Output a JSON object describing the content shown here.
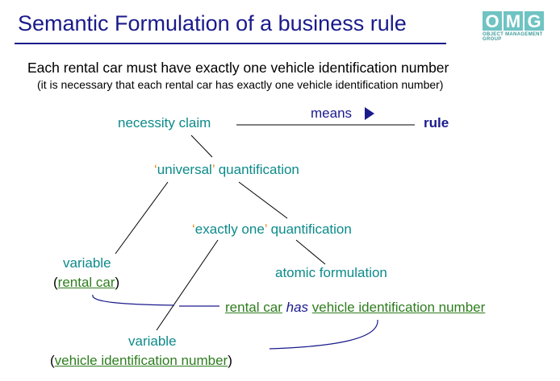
{
  "slide": {
    "title": "Semantic Formulation of a business rule",
    "logo_text": "OMG",
    "logo_subtext": "OBJECT MANAGEMENT GROUP",
    "statement": "Each rental car must have exactly one vehicle identification number",
    "paraphrase": "(it is necessary that each rental car has exactly one vehicle identification number)"
  },
  "diagram": {
    "necessity_claim": "necessity claim",
    "means": "means",
    "means_arrow_icon": "right-triangle",
    "rule": "rule",
    "universal_quote_open": "‘",
    "universal_word": "universal",
    "universal_quote_close": "’",
    "universal_rest": " quantification",
    "exactly_quote_open": "‘",
    "exactly_word": "exactly one",
    "exactly_quote_close": "’",
    "exactly_rest": " quantification",
    "variable1_label": "variable",
    "variable1_open": "(",
    "variable1_term": "rental car",
    "variable1_close": ")",
    "atomic_formulation": "atomic formulation",
    "fact_term1": "rental car",
    "fact_verb": "has",
    "fact_term2": "vehicle identification number",
    "variable2_label": "variable",
    "variable2_open": "(",
    "variable2_term": "vehicle identification number",
    "variable2_close": ")"
  },
  "colors": {
    "title": "#1a1a8c",
    "node_text": "#0d8a8a",
    "quote_marks": "#e8870a",
    "rule": "#1a1a8c",
    "terms": "#2e7d1e",
    "connectors": "#000000",
    "binding_curves": "#1a1a8c"
  }
}
